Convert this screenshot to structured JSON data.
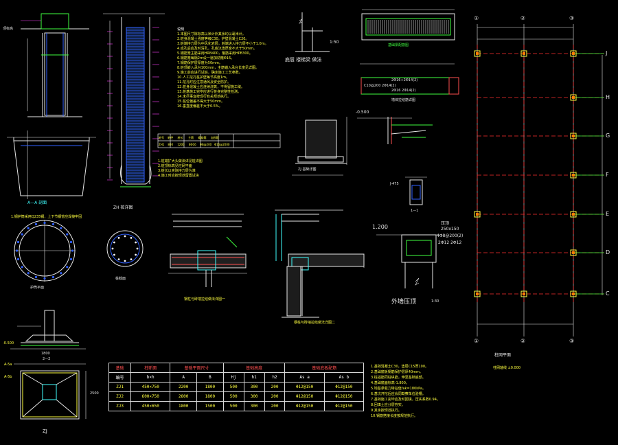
{
  "colors": {
    "background": "#000000",
    "line_white": "#e8e8e8",
    "text_yellow": "#ffff40",
    "line_green": "#40ff40",
    "line_cyan": "#40ffff",
    "dims_magenta": "#ff40ff",
    "grid_red": "#ff3030",
    "rebar_blue": "#3060ff"
  },
  "labels": {
    "section_aa": "A—A  剖面",
    "pile_elev": "ZH 桩详图",
    "ring_note": "1.钢护筒采用Q235钢，上下节钢管应焊接牢固",
    "ring_caption": "护筒平面",
    "pile_caption": "桩截面",
    "wall_note": "顶标高",
    "stair_title": "底层 楼梯梁 做法",
    "stair_sub": "1:50",
    "beam_top_caption": "基础梁配筋图",
    "beam_mid_text1": "2Φ16+2Φ14(2)",
    "beam_mid_text2": "C10@200 2Φ14(2)",
    "beam_mid_text3": "2Φ16 2Φ14(2)",
    "elev_minus": "-0.500",
    "detail_a": "墙体拉结筋详图",
    "footing_caption": "ZJ 基础详图",
    "detail_11": "1—1",
    "j475": "J-475",
    "beam_joint1": "钢柱与砖墙拉结做法详图一",
    "beam_joint2": "钢柱与砖墙拉结做法详图二",
    "level_1200": "1.200",
    "plate_title": "压顶",
    "plate_l1": "250x150",
    "plate_l2": "4Φ8@200(2)",
    "plate_l3": "2Φ12 2Φ12",
    "wall_cap": "外墙压顶",
    "wall_cap_scale": "1:30",
    "plan_caption": "柱网平面",
    "plan_note": "柱网轴线 ±0.000",
    "zj_label": "ZJ",
    "elevation_top": "-0.500",
    "section_22": "2—2",
    "axis_a5": "A-5a",
    "axis_a5b": "A-5b",
    "dim_1800": "1800",
    "dim_2500": "2500"
  },
  "grid": {
    "top_axes": [
      "①",
      "②",
      "③"
    ],
    "bottom_axes": [
      "①",
      "②",
      "③"
    ],
    "right_axes": [
      "J",
      "H",
      "G",
      "F",
      "E",
      "D",
      "C"
    ]
  },
  "pile_notes": [
    "说明",
    "1.本图尺寸除标高以米计外其余均以毫米计。",
    "2.桩身混凝土强度等级C30，护壁混凝土C20。",
    "3.桩端持力层为中风化岩层，桩端进入持力层不小于1.0m。",
    "4.成孔后应及时清孔，孔底沉渣厚度不大于50mm。",
    "5.钢筋笼主筋采用HRB400，箍筋采用HPB300。",
    "6.钢筋笼每隔2m设一道加劲箍Φ16。",
    "7.钢筋保护层厚度为50mm。",
    "8.桩顶嵌入承台100mm，主筋锚入承台长度见详图。",
    "9.施工前应进行试桩，确定施工工艺参数。",
    "10.人工挖孔桩护壁每节高度1m。",
    "11.挖孔时应注意通风及安全防护。",
    "12.桩身混凝土应连续浇筑，不得留施工缝。",
    "13.桩基施工完毕应进行桩身完整性检测。",
    "14.未尽事宜按现行有关规范执行。",
    "15.桩位偏差不得大于50mm。",
    "16.垂直度偏差不大于0.5%。"
  ],
  "pile_table": {
    "rows": [
      [
        "桩号",
        "桩径",
        "桩长",
        "主筋",
        "螺旋箍",
        "加劲箍"
      ],
      [
        "ZH1",
        "800",
        "1200",
        "8Φ16",
        "Φ8@200",
        "Φ16@2000"
      ]
    ]
  },
  "pile_small_notes": [
    "1.桩端扩大头做法详见桩详图",
    "2.桩顶标高见柱网平面",
    "3.桩长以实际持力层为准",
    "4.施工时应按规范留置试块"
  ],
  "footing_notes": [
    "1.基础混凝土C30，垫层C15厚100。",
    "2.基础底板钢筋保护层厚40mm。",
    "3.柱插筋同柱纵筋，伸至基础底部。",
    "4.基础底面标高-1.800。",
    "5.地基承载力特征值fak=180kPa。",
    "6.基坑开挖后应会同勘察单位验槽。",
    "7.基础施工完毕应及时回填，压实系数0.94。",
    "8.回填土应分层夯实。",
    "9.其余按规范执行。",
    "10.钢筋搭接长度按规范执行。"
  ],
  "schedule": {
    "header1": [
      "基础",
      "柱断面",
      "基础平面尺寸",
      "",
      "基础高度",
      "",
      "",
      "基础底板配筋",
      ""
    ],
    "header2": [
      "编号",
      "b×h",
      "A",
      "B",
      "Hj",
      "h1",
      "h2",
      "As a",
      "As b"
    ],
    "rows": [
      [
        "ZJ1",
        "450×750",
        "2200",
        "1800",
        "500",
        "300",
        "200",
        "Φ12@150",
        "Φ12@150"
      ],
      [
        "ZJ2",
        "600×750",
        "2800",
        "1800",
        "500",
        "300",
        "200",
        "Φ12@150",
        "Φ12@150"
      ],
      [
        "ZJ3",
        "450×650",
        "1800",
        "1500",
        "500",
        "300",
        "200",
        "Φ12@150",
        "Φ12@150"
      ]
    ]
  }
}
